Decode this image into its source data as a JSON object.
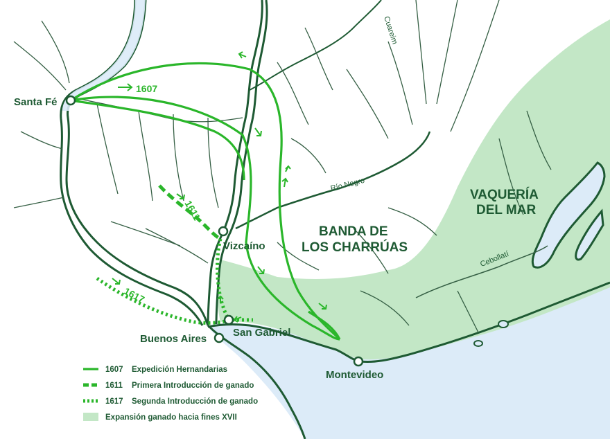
{
  "colors": {
    "land_stroke": "#1e5a33",
    "river": "#1e5a33",
    "tributary": "#355f44",
    "water": "#dcebf8",
    "expansion": "#c3e7c6",
    "route": "#2ab62a"
  },
  "cities": {
    "santa_fe": "Santa Fé",
    "vizcaino": "Vizcaíno",
    "buenos_aires": "Buenos Aires",
    "san_gabriel": "San Gabriel",
    "montevideo": "Montevideo"
  },
  "regions": {
    "banda_line1": "BANDA DE",
    "banda_line2": "LOS CHARRÚAS",
    "vaqueria_line1": "VAQUERÍA",
    "vaqueria_line2": "DEL MAR"
  },
  "rivers": {
    "cuareim": "Cuareim",
    "rio_negro": "Río Negro",
    "cebollati": "Cebollatí"
  },
  "route_years": {
    "r1607": "1607",
    "r1611": "1611",
    "r1617": "1617"
  },
  "legend": [
    {
      "year": "1607",
      "label": "Expedición Hernandarias",
      "style": "solid"
    },
    {
      "year": "1611",
      "label": "Primera Introducción de ganado",
      "style": "dashed"
    },
    {
      "year": "1617",
      "label": "Segunda Introducción de ganado",
      "style": "dotted"
    },
    {
      "year": "",
      "label": "Expansión ganado hacia fines XVII",
      "style": "area"
    }
  ]
}
